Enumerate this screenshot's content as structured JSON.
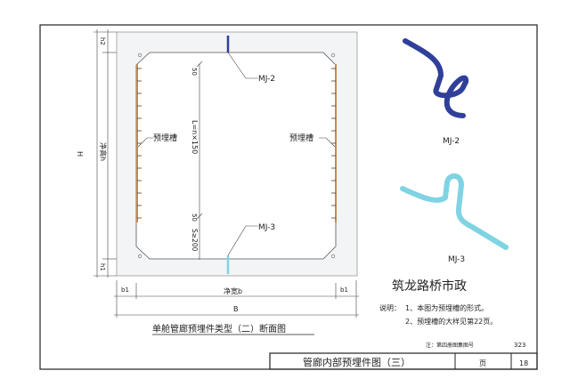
{
  "drawing": {
    "labels": {
      "h2": "h2",
      "h1": "h1",
      "H": "H",
      "net_height": "净高h",
      "b1_left": "b1",
      "b1_right": "b1",
      "net_width": "净宽b",
      "B": "B",
      "dim_50_top": "50",
      "dim_50_bottom": "50",
      "dim_L": "L=n×150",
      "dim_S": "S≥200",
      "groove_left": "预埋槽",
      "groove_right": "预埋槽",
      "mj2_callout": "MJ-2",
      "mj3_callout": "MJ-3"
    },
    "caption": "单舱管廊预埋件类型（二）断面图",
    "details": {
      "mj2_label": "MJ-2",
      "mj3_label": "MJ-3"
    },
    "colors": {
      "mj2": "#2f3f9a",
      "mj3": "#7fd3e3",
      "groove": "#c98a4a"
    }
  },
  "notes": {
    "heading": "说明：",
    "line1": "1、本图为预埋槽的形式。",
    "line2": "2、预埋槽的大样见第22页。",
    "small_note": "注：第四册图集图号",
    "small_number": "323"
  },
  "title_block": {
    "title": "管廊内部预埋件图（三）",
    "page_label": "页",
    "page_number": "18"
  },
  "watermark": "筑龙路桥市政"
}
